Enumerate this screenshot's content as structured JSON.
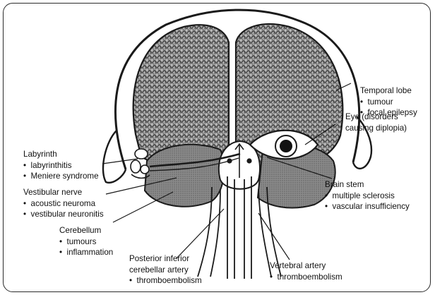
{
  "labels": {
    "temporal_lobe": {
      "title": "Temporal lobe",
      "items": [
        "tumour",
        "focal epilepsy"
      ]
    },
    "eye": {
      "title_line1": "Eye (disorders",
      "title_line2": "causing diplopia)"
    },
    "labyrinth": {
      "title": "Labyrinth",
      "items": [
        "labyrinthitis",
        "Meniere syndrome"
      ]
    },
    "vestibular_nerve": {
      "title": "Vestibular nerve",
      "items": [
        "acoustic neuroma",
        "vestibular neuronitis"
      ]
    },
    "cerebellum": {
      "title": "Cerebellum",
      "items": [
        "tumours",
        "inflammation"
      ]
    },
    "brain_stem": {
      "title": "Brain stem",
      "items": [
        "multiple sclerosis",
        "vascular insufficiency"
      ]
    },
    "pica": {
      "title_line1": "Posterior inferior",
      "title_line2": "cerebellar artery",
      "items": [
        "thromboembolism"
      ]
    },
    "vertebral": {
      "title": "Vertebral artery",
      "items": [
        "thromboembolism"
      ]
    }
  },
  "colors": {
    "line": "#1a1a1a",
    "shade": "#7d7d7d",
    "cortex": "#8c8c8c"
  }
}
